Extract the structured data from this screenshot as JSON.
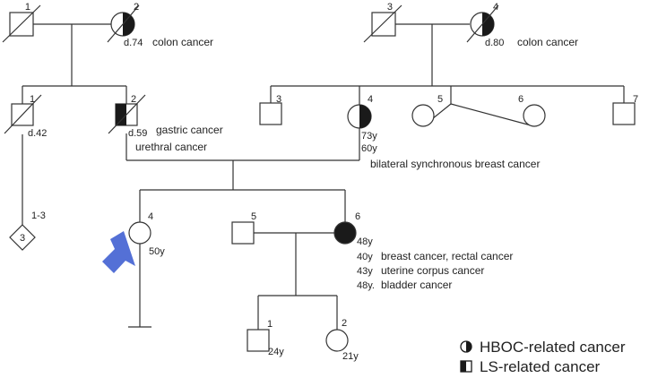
{
  "colors": {
    "line": "#333333",
    "affected": "#1a1a1a",
    "proband_arrow": "#5470d6"
  },
  "individuals": {
    "g1_1": {
      "num": "1"
    },
    "g1_2": {
      "num": "2",
      "death": "d.74",
      "note": "colon cancer"
    },
    "g1_3": {
      "num": "3"
    },
    "g1_4": {
      "num": "4",
      "death": "d.80",
      "note": "colon cancer"
    },
    "g2_1": {
      "num": "1",
      "death": "d.42"
    },
    "g2_2": {
      "num": "2",
      "death": "d.59",
      "note1": "gastric cancer",
      "note2": "urethral cancer"
    },
    "g2_3": {
      "num": "3"
    },
    "g2_4": {
      "num": "4",
      "age1": "73y",
      "age2": "60y",
      "note": "bilateral synchronous breast  cancer"
    },
    "g2_5": {
      "num": "5"
    },
    "g2_6": {
      "num": "6"
    },
    "g2_7": {
      "num": "7"
    },
    "g3_d": {
      "num": "1-3",
      "count": "3"
    },
    "g3_4": {
      "num": "4",
      "age": "50y"
    },
    "g3_5": {
      "num": "5"
    },
    "g3_6": {
      "num": "6",
      "ages": [
        "48y",
        "40y",
        "43y",
        "48y."
      ],
      "notes": [
        "breast cancer, rectal cancer",
        "uterine corpus cancer",
        "bladder cancer"
      ]
    },
    "g4_1": {
      "num": "1",
      "age": "24y"
    },
    "g4_2": {
      "num": "2",
      "age": "21y"
    }
  },
  "legend": {
    "hboc_icon": "hboc-half-circle",
    "hboc_label": "HBOC-related cancer",
    "ls_icon": "ls-half-square",
    "ls_label": "LS-related cancer"
  }
}
